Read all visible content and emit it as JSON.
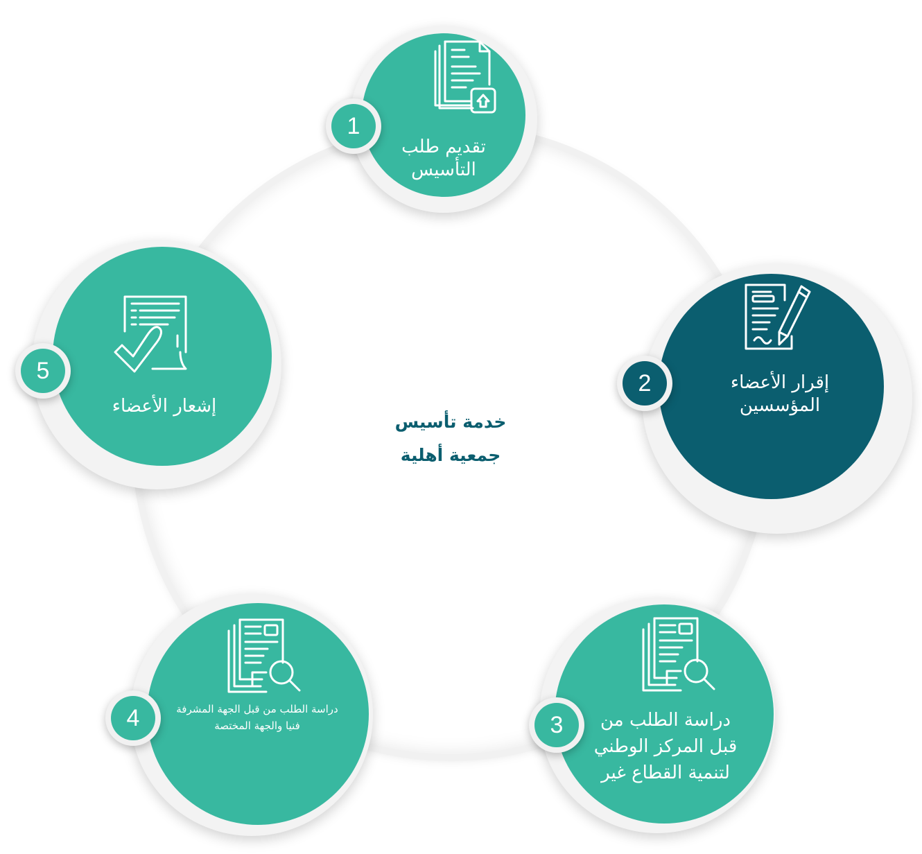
{
  "center": {
    "line1": "خدمة تأسيس",
    "line2": "جمعية أهلية"
  },
  "colors": {
    "teal": "#38b8a0",
    "dark_teal": "#0b5e6f",
    "ring": "#f3f3f3",
    "center_text": "#0b5e6f"
  },
  "steps": [
    {
      "number": "1",
      "lines": [
        "تقديم طلب",
        "التأسيس"
      ],
      "icon": "document-upload-icon",
      "color": "teal"
    },
    {
      "number": "2",
      "lines": [
        "إقرار الأعضاء",
        "المؤسسين"
      ],
      "icon": "contract-pen-icon",
      "color": "dark_teal"
    },
    {
      "number": "3",
      "lines": [
        "دراسة الطلب من",
        "قبل المركز الوطني",
        "لتنمية القطاع غير"
      ],
      "icon": "document-search-icon",
      "color": "teal"
    },
    {
      "number": "4",
      "lines": [
        "دراسة الطلب من قبل الجهة المشرفة",
        "فنيا والجهة المختصة"
      ],
      "icon": "document-search-icon",
      "color": "teal"
    },
    {
      "number": "5",
      "lines": [
        "إشعار الأعضاء"
      ],
      "icon": "document-check-icon",
      "color": "teal"
    }
  ]
}
